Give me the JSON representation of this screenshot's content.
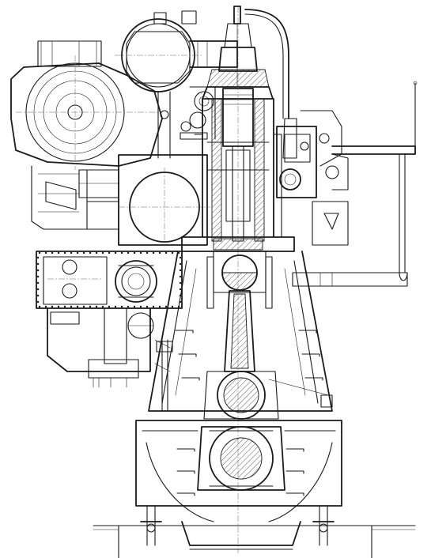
{
  "drawing": {
    "subject": "two-stroke-marine-diesel-engine-cross-section",
    "colors": {
      "line": "#1a1a1a",
      "background": "#ffffff",
      "hidden_line": "#555555"
    },
    "components": [
      "turbocharger",
      "exhaust-receiver",
      "scavenge-air-receiver",
      "scavenge-air-cooler",
      "cylinder-cover",
      "exhaust-valve",
      "cylinder-liner",
      "piston",
      "piston-rod",
      "crosshead",
      "connecting-rod",
      "crankpin",
      "main-bearing",
      "bedplate",
      "frame-box",
      "hydraulic-cylinder-unit",
      "platform"
    ]
  }
}
